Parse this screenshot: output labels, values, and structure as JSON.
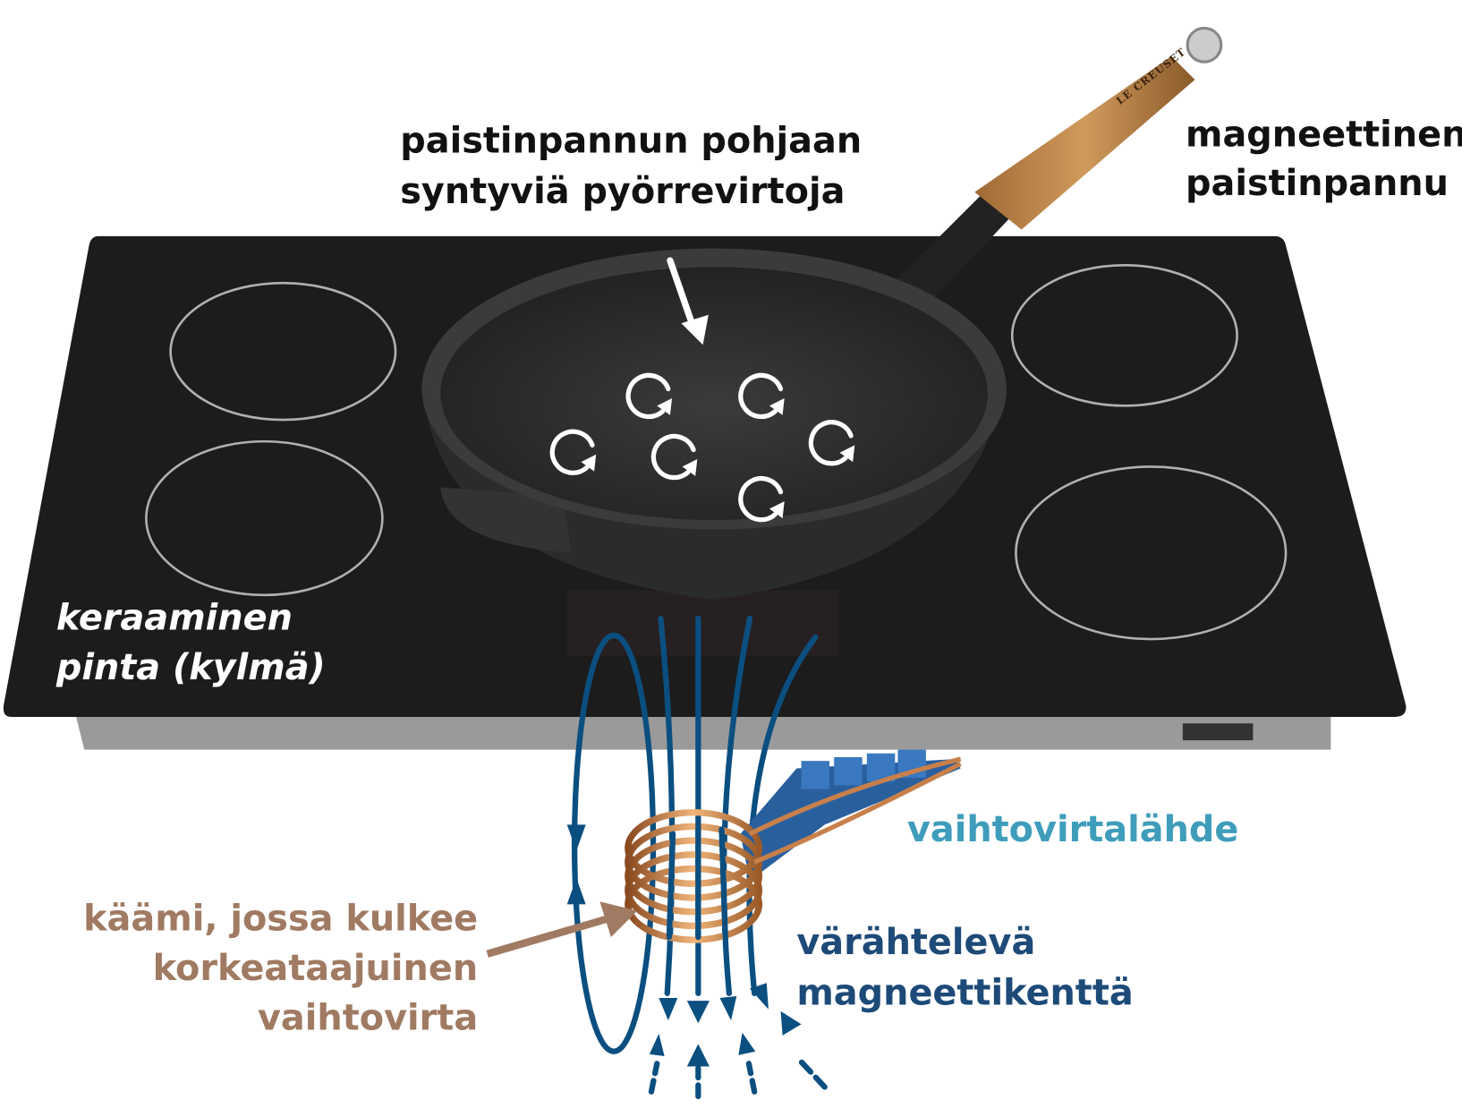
{
  "labels": {
    "eddy_line1": "paistinpannun pohjaan",
    "eddy_line2": "syntyviä pyörrevirtoja",
    "pan_line1": "magneettinen",
    "pan_line2": "paistinpannu",
    "surface_line1": "keraaminen",
    "surface_line2": "pinta (kylmä)",
    "power_source": "vaihtovirtalähde",
    "field_line1": "värähtelevä",
    "field_line2": "magneettikenttä",
    "coil_line1": "käämi, jossa kulkee",
    "coil_line2": "korkeataajuinen",
    "coil_line3": "vaihtovirta"
  },
  "branding": {
    "pan_brand": "LE CREUSET"
  },
  "colors": {
    "field_lines": "#0b4f80",
    "coil_label": "#a07a62",
    "power_label": "#3f9dbb",
    "field_label": "#1d4a78",
    "copper": "#c8804a"
  }
}
